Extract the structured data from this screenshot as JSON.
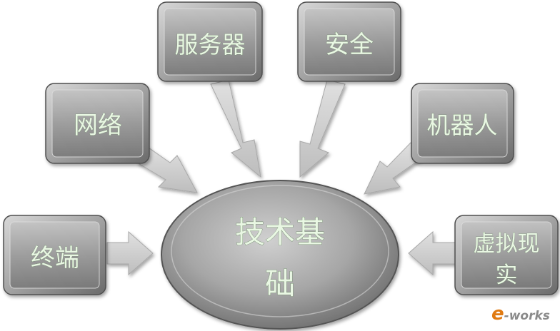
{
  "center": {
    "line1": "技术基",
    "line2": "础"
  },
  "nodes": {
    "terminal": "终端",
    "network": "网络",
    "server": "服务器",
    "security": "安全",
    "robot": "机器人",
    "vr_line1": "虚拟现",
    "vr_line2": "实"
  },
  "watermark": {
    "e": "e",
    "rest": "-works"
  },
  "colors": {
    "box_fill_light": "#c9c9c9",
    "box_fill_dark": "#6e6e6e",
    "arrow_fill": "#d3d3d3",
    "text": "#e9f7e3",
    "watermark_e": "#e07a12",
    "watermark_rest": "#8a8a8a"
  }
}
